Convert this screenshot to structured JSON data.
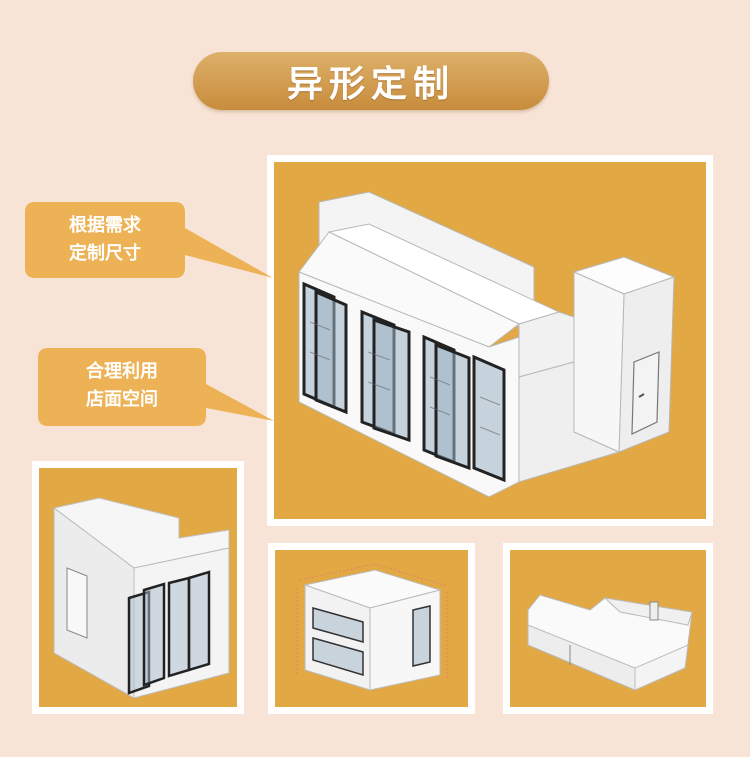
{
  "title": "异形定制",
  "callouts": [
    {
      "line1": "根据需求",
      "line2": "定制尺寸"
    },
    {
      "line1": "合理利用",
      "line2": "店面空间"
    }
  ],
  "colors": {
    "background": "#f8e4d6",
    "panel": "#e2a843",
    "pill": "#c88c3c",
    "callout": "#edb255"
  }
}
